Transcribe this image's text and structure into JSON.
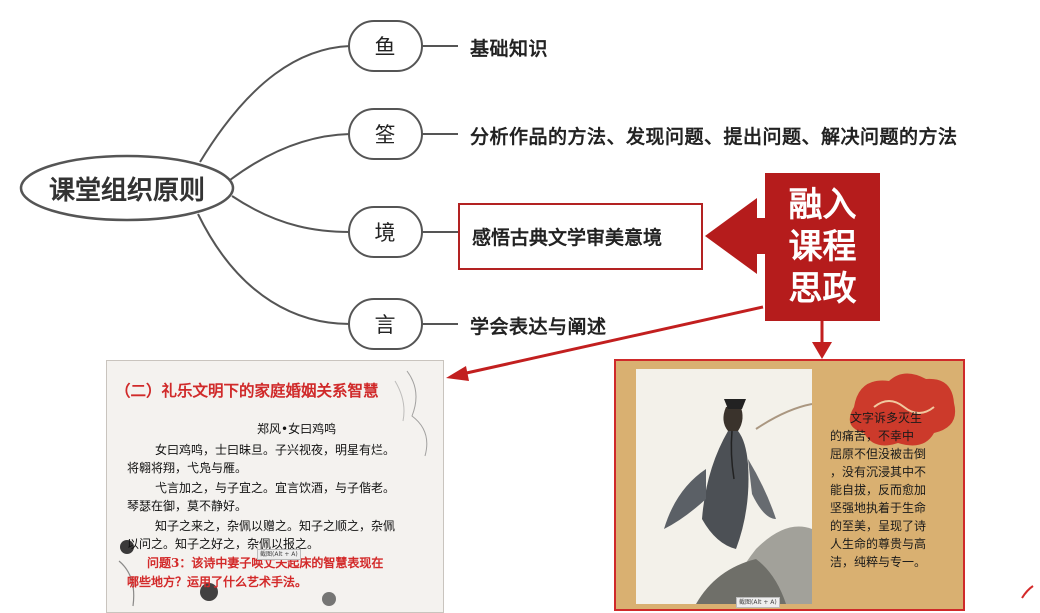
{
  "mindmap": {
    "root": "课堂组织原则",
    "branches": [
      {
        "node": "鱼",
        "leaf": "基础知识"
      },
      {
        "node": "筌",
        "leaf": "分析作品的方法、发现问题、提出问题、解决问题的方法"
      },
      {
        "node": "境",
        "leaf": "感悟古典文学审美意境"
      },
      {
        "node": "言",
        "leaf": "学会表达与阐述"
      }
    ]
  },
  "callout": {
    "lines": [
      "融入",
      "课程",
      "思政"
    ],
    "color": "#b51c1c"
  },
  "left_slide": {
    "heading": "（二）礼乐文明下的家庭婚姻关系智慧",
    "poem_title": "郑风•女曰鸡鸣",
    "lines": [
      "女曰鸡鸣，士曰昧旦。子兴视夜，明星有烂。",
      "将翱将翔，弋凫与雁。",
      "弋言加之，与子宜之。宜言饮酒，与子偕老。",
      "琴瑟在御，莫不静好。",
      "知子之来之，杂佩以赠之。知子之顺之，杂佩",
      "以问之。知子之好之，杂佩以报之。"
    ],
    "question_lines": [
      "问题3：该诗中妻子唤丈夫起床的智慧表现在",
      "哪些地方？运用了什么艺术手法。"
    ],
    "tooltip": "截图(Alt + A)"
  },
  "right_slide": {
    "lines": [
      "文字诉多灭生",
      "的痛苦，不幸中",
      "屈原不但没被击倒",
      "，没有沉浸其中不",
      "能自拔，反而愈加",
      "坚强地执着于生命",
      "的至美，呈现了诗",
      "人生命的尊贵与高",
      "洁，纯粹与专一。"
    ],
    "tooltip": "截图(Alt + A)"
  }
}
